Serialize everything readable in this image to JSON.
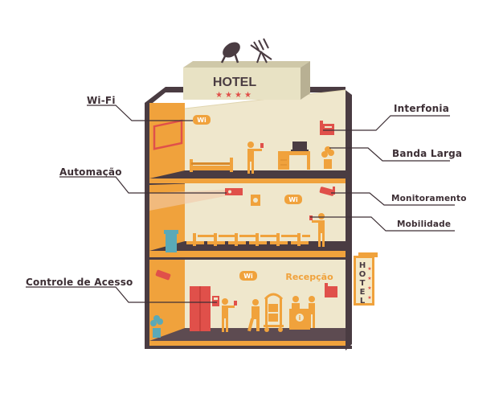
{
  "sign": {
    "text": "HOTEL",
    "stars": "★★★★"
  },
  "side_sign": {
    "letters": [
      "H",
      "O",
      "T",
      "E",
      "L"
    ],
    "stars": "★★★★"
  },
  "reception_text": "Recepção",
  "wifi_badge": "Wi",
  "labels": {
    "wifi": "Wi-Fi",
    "automacao": "Automação",
    "controle_acesso": "Controle de Acesso",
    "interfonia": "Interfonia",
    "banda_larga": "Banda Larga",
    "monitoramento": "Monitoramento",
    "mobilidade": "Mobilidade"
  },
  "colors": {
    "dark": "#4a3c42",
    "orange": "#f0a23c",
    "cream": "#efe7cc",
    "sign": "#e8e2c4",
    "red": "#e0504a",
    "floor": "#5d4b51"
  }
}
